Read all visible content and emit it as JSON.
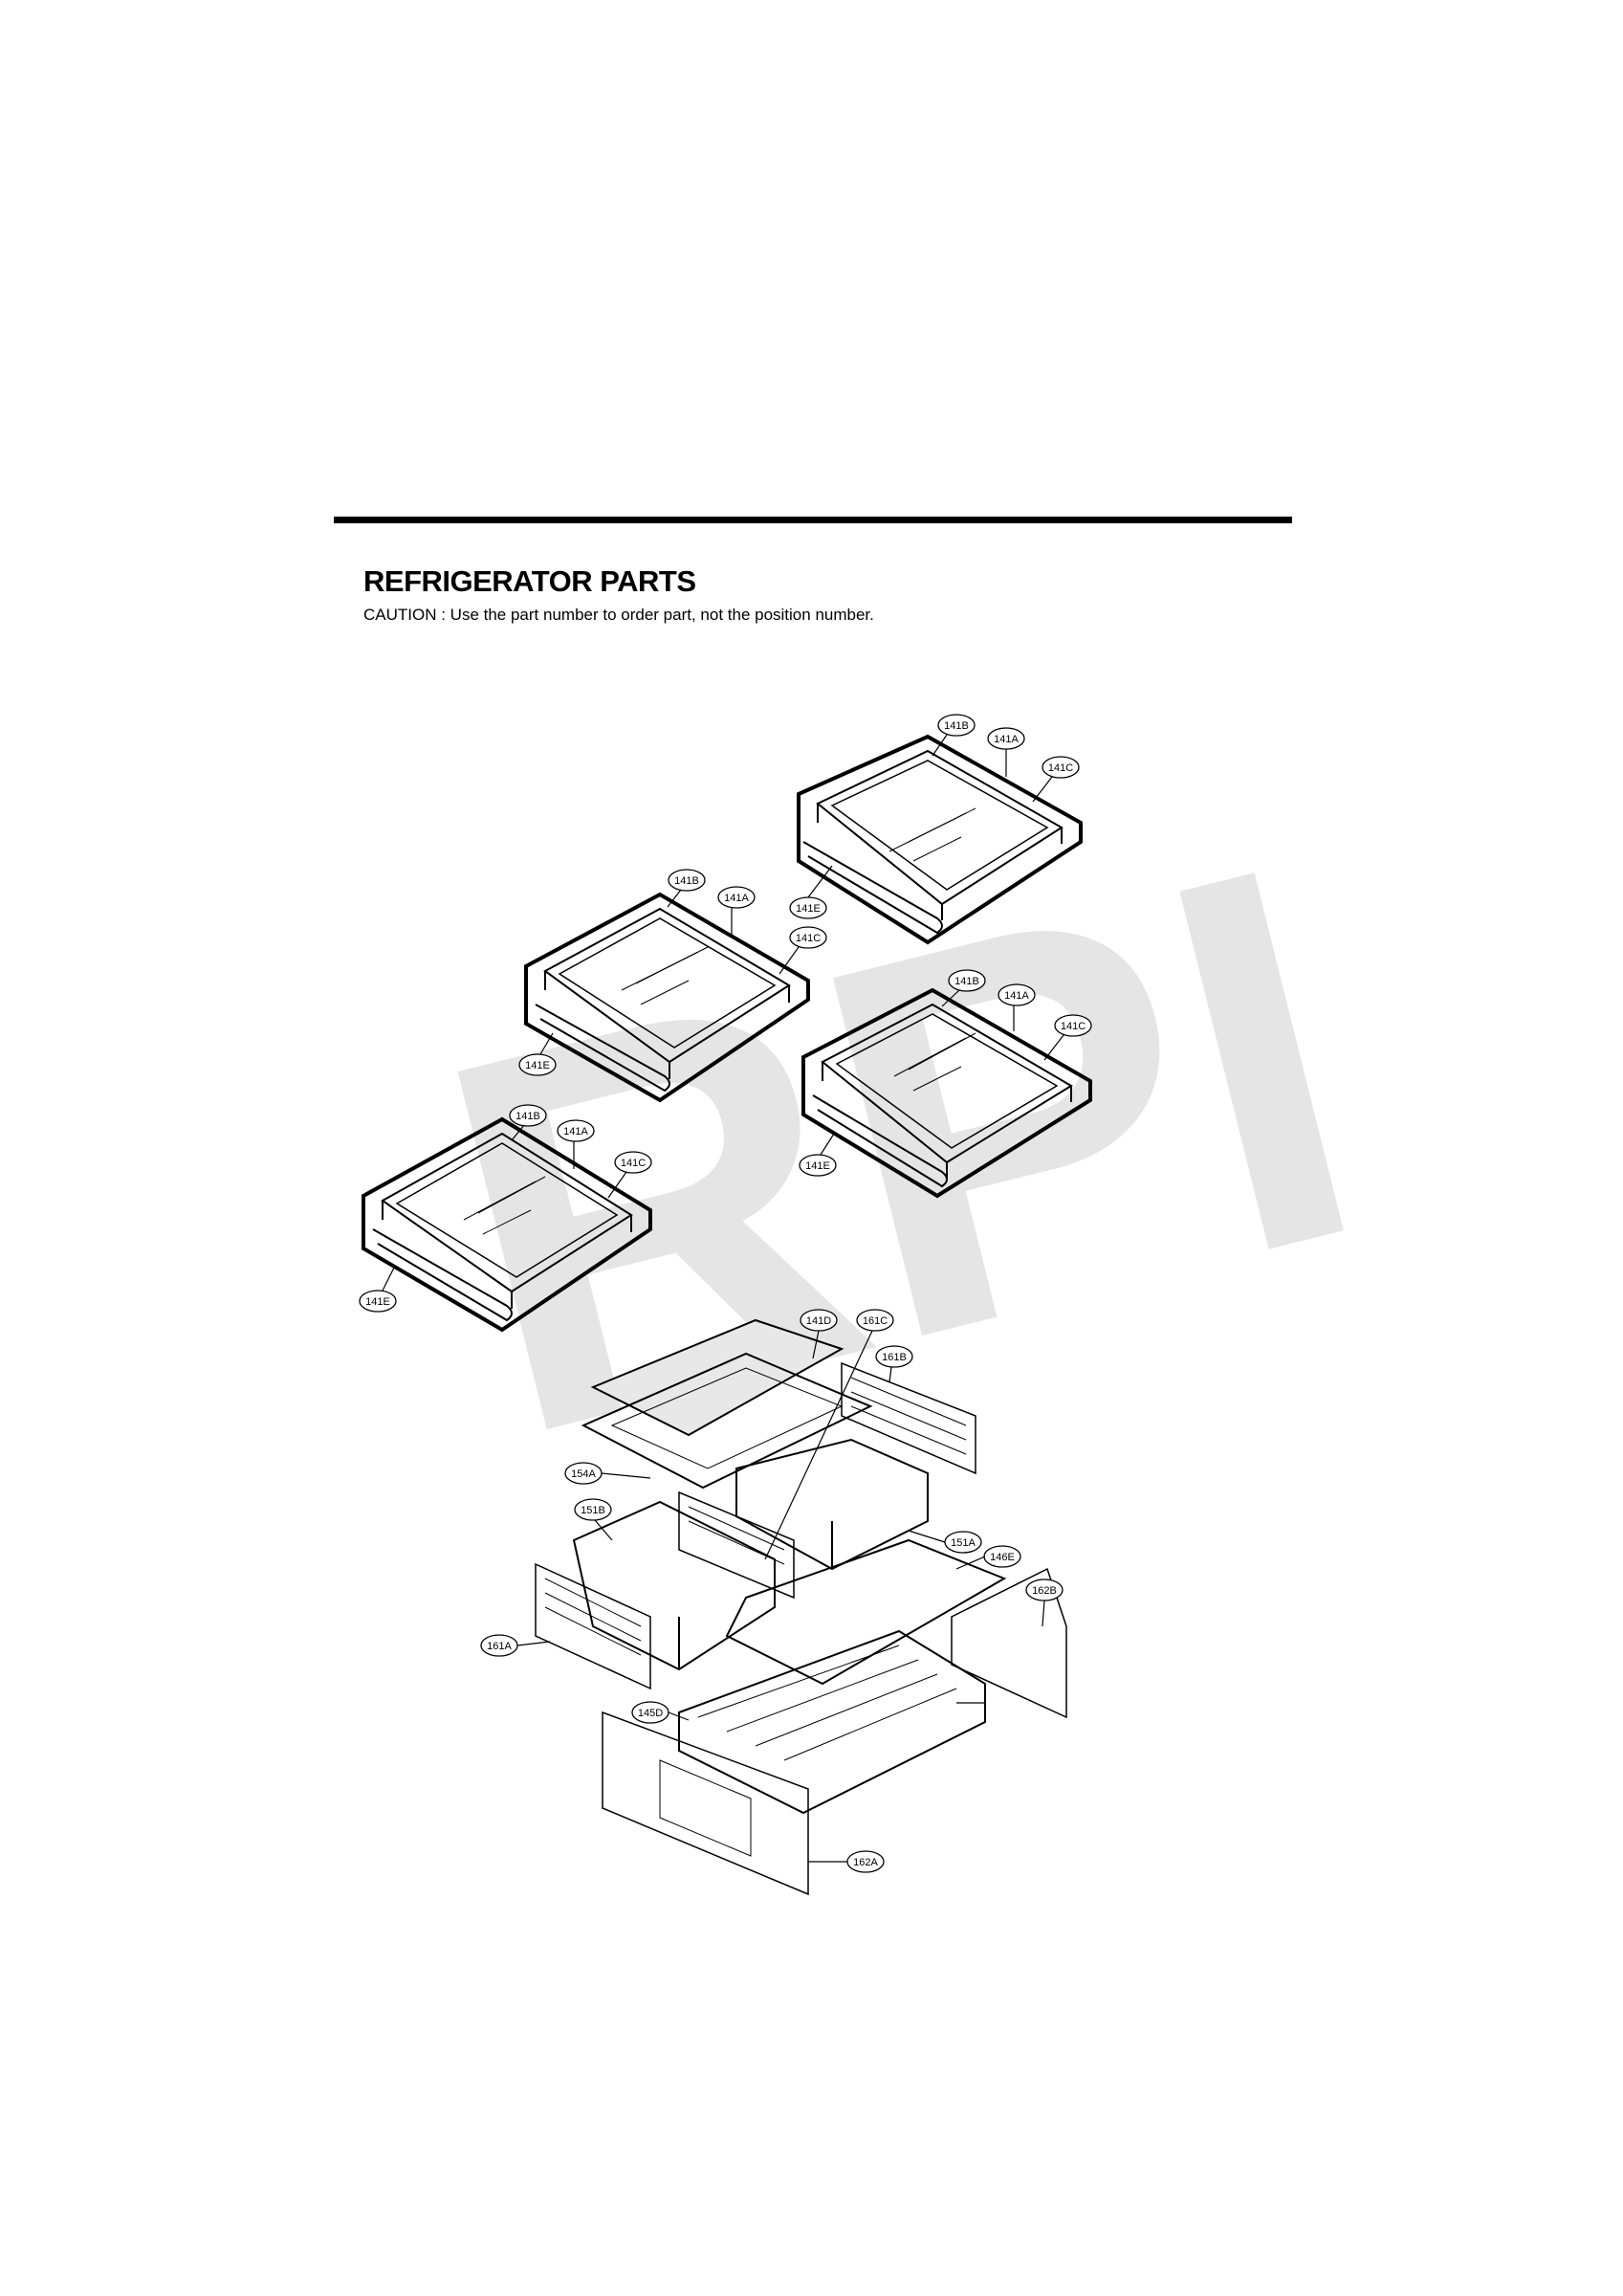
{
  "header": {
    "title": "REFRIGERATOR PARTS",
    "caution": "CAUTION : Use the part number to order part, not the position number."
  },
  "watermark": "RPI",
  "callouts": {
    "s1": [
      "141B",
      "141A",
      "141C",
      "141E"
    ],
    "s2": [
      "141B",
      "141A",
      "141C",
      "141E"
    ],
    "s3": [
      "141B",
      "141A",
      "141C",
      "141E"
    ],
    "s4": [
      "141B",
      "141A",
      "141C",
      "141E"
    ],
    "lower": [
      "141D",
      "161C",
      "161B",
      "154A",
      "151B",
      "151A",
      "146E",
      "162B",
      "161A",
      "145D",
      "162A"
    ]
  }
}
